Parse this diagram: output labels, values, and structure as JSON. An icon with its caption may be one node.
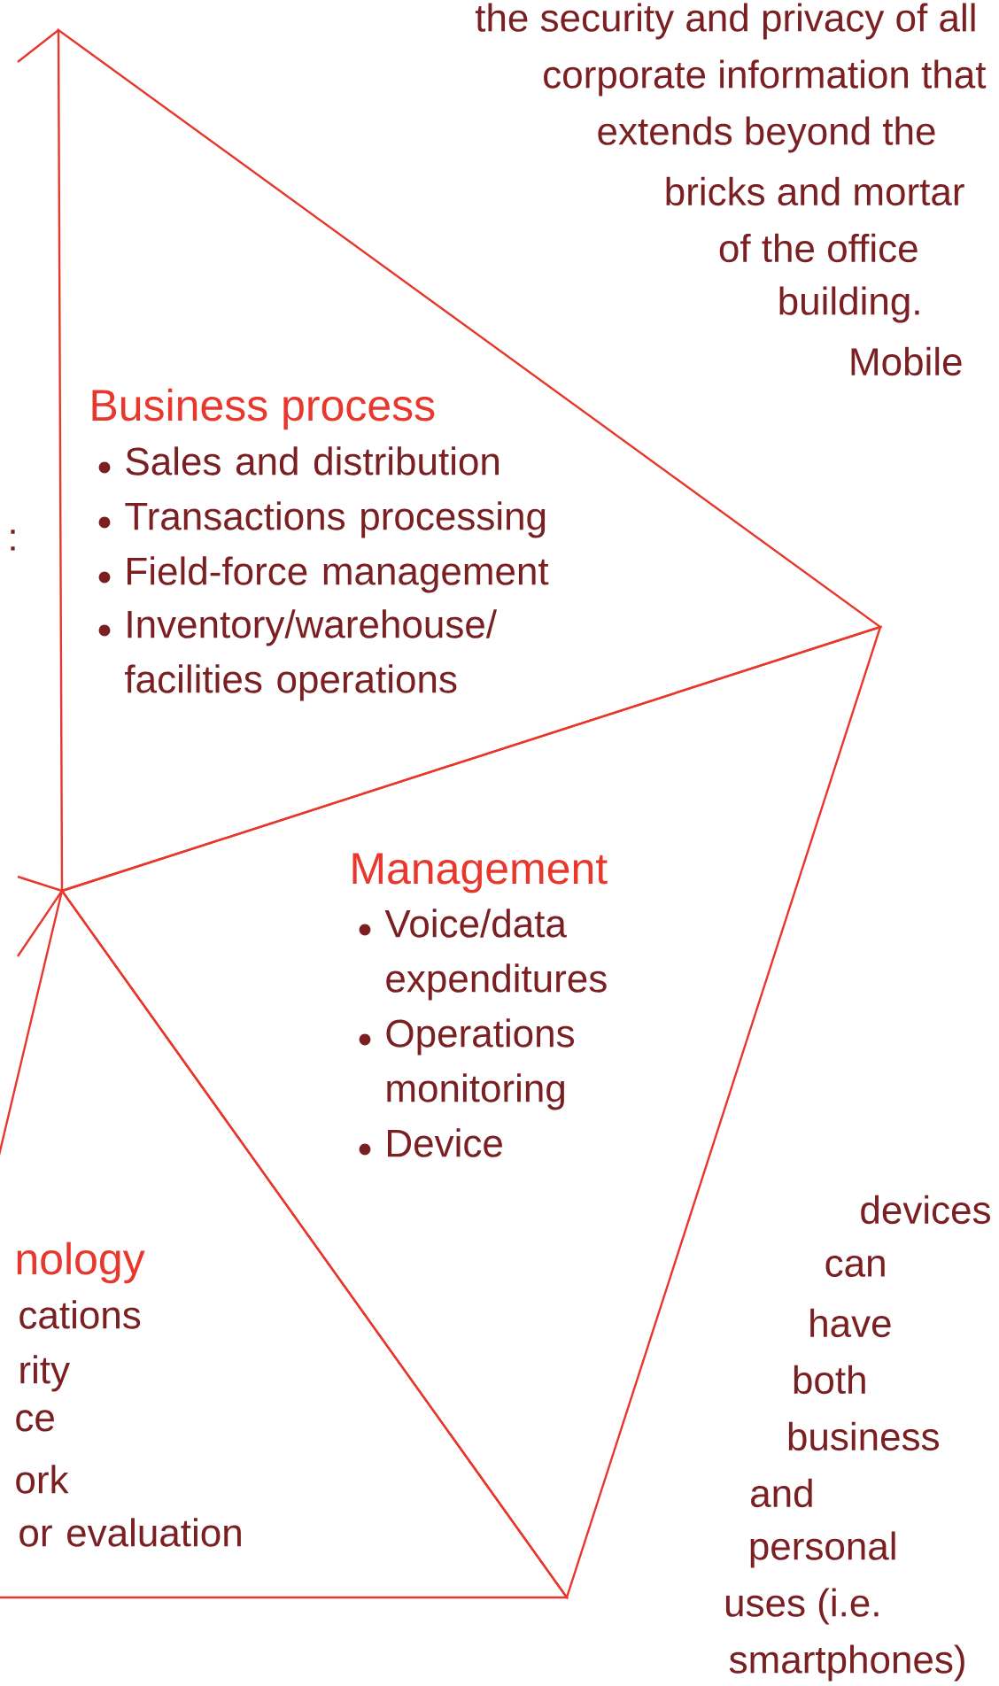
{
  "diagram": {
    "nodes": [
      {
        "text": [
          "Business process",
          "Sales and distribution",
          "Transactions processing",
          "Field-force management",
          "Inventory/warehouse/ facilities operations"
        ]
      },
      {
        "text": [
          "Management",
          "Voice/data expenditures",
          "Operations monitoring",
          "Device"
        ]
      },
      {
        "text": [
          "nology",
          "cations",
          "rity",
          "ce",
          "ork",
          "or evaluation"
        ]
      }
    ],
    "labels": [
      "the security and privacy of all",
      "corporate information that",
      "extends beyond the",
      "bricks and mortar",
      "of the office",
      "building.",
      "Mobile",
      "devices",
      "can",
      "have",
      "both",
      "business",
      "and",
      "personal",
      "uses (i.e.",
      "smartphones)",
      ":"
    ]
  }
}
